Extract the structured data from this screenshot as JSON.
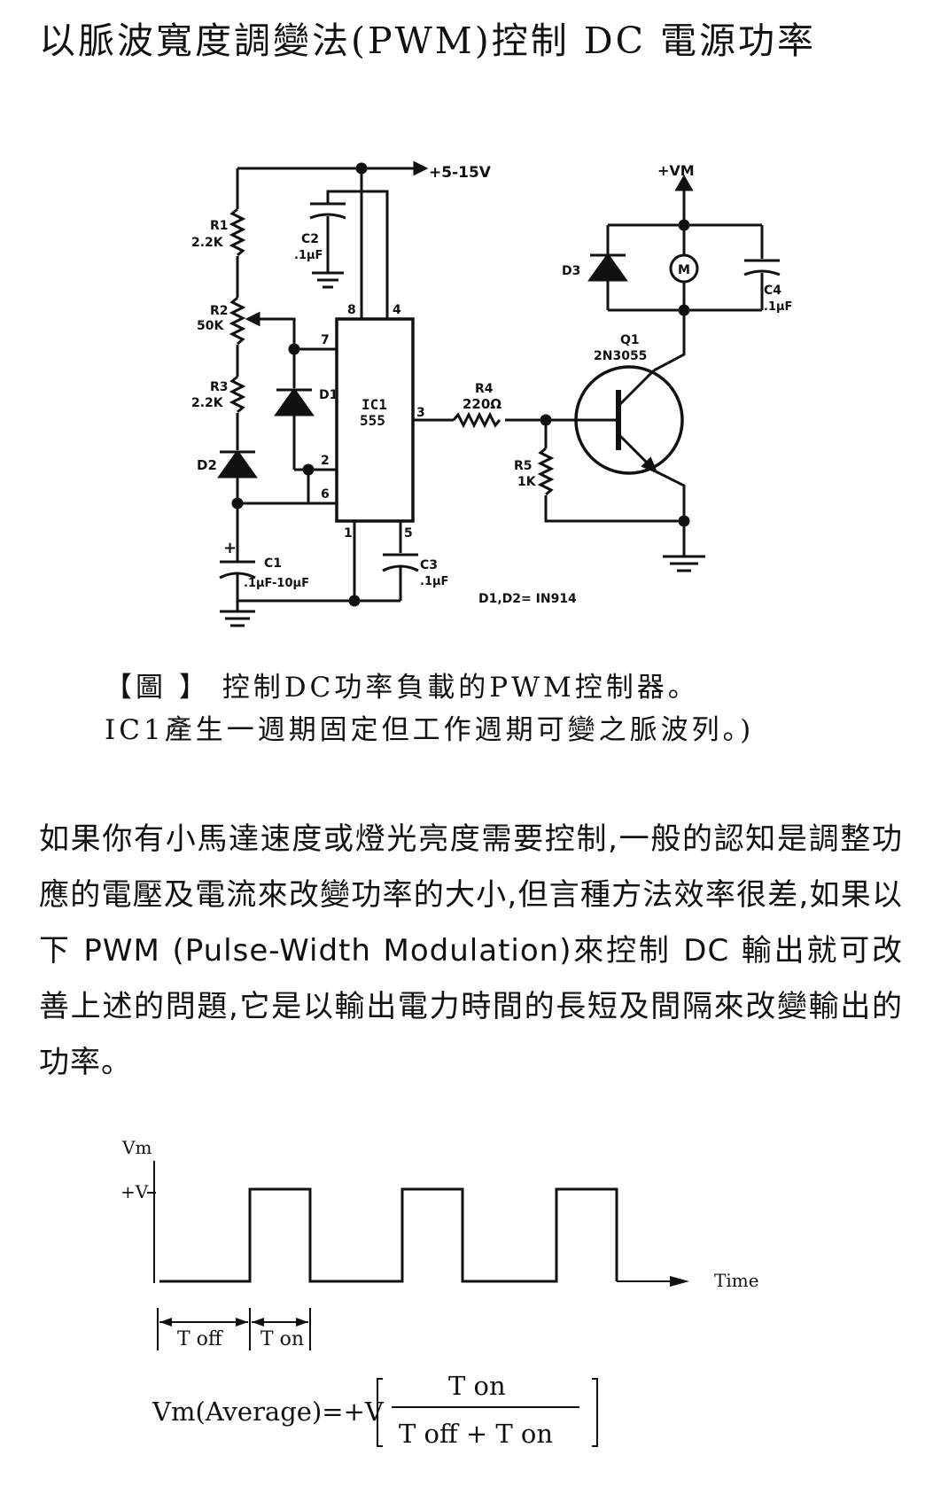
{
  "title": "以脈波寬度調變法(PWM)控制 DC 電源功率",
  "circuit": {
    "supply_label": "+5-15V",
    "vm_label": "+VM",
    "r1": "R1",
    "r1_value": "2.2K",
    "r2": "R2",
    "r2_value": "50K",
    "r3": "R3",
    "r3_value": "2.2K",
    "c2": "C2",
    "c2_value": ".1µF",
    "c1": "C1",
    "c1_value": ".1µF-10µF",
    "c1_plus": "+",
    "c3": "C3",
    "c3_value": ".1µF",
    "c4": "C4",
    "c4_value": ".1µF",
    "d1": "D1",
    "d2": "D2",
    "d3": "D3",
    "ic_name": "IC1",
    "ic_part": "555",
    "pin1": "1",
    "pin2": "2",
    "pin3": "3",
    "pin4": "4",
    "pin5": "5",
    "pin6": "6",
    "pin7": "7",
    "pin8": "8",
    "r4": "R4",
    "r4_value": "220Ω",
    "r5": "R5",
    "r5_value": "1K",
    "q1": "Q1",
    "q1_part": "2N3055",
    "motor": "M",
    "diode_note": "D1,D2= IN914"
  },
  "caption": {
    "line1": "【圖 】 控制DC功率負載的PWM控制器。",
    "line2": "IC1產生一週期固定但工作週期可變之脈波列。)"
  },
  "body": "如果你有小馬達速度或燈光亮度需要控制,一般的認知是調整功應的電壓及電流來改變功率的大小,但言種方法效率很差,如果以下 PWM (Pulse-Width Modulation)來控制 DC 輸出就可改善上述的問題,它是以輸出電力時間的長短及間隔來改變輸出的功率。",
  "waveform": {
    "y_label": "Vm",
    "level_label": "+V",
    "x_label": "Time",
    "t_off": "T off",
    "t_on": "T on"
  },
  "formula": {
    "lhs": "Vm(Average)=+V",
    "numerator": "T on",
    "denominator": "T off + T on"
  }
}
